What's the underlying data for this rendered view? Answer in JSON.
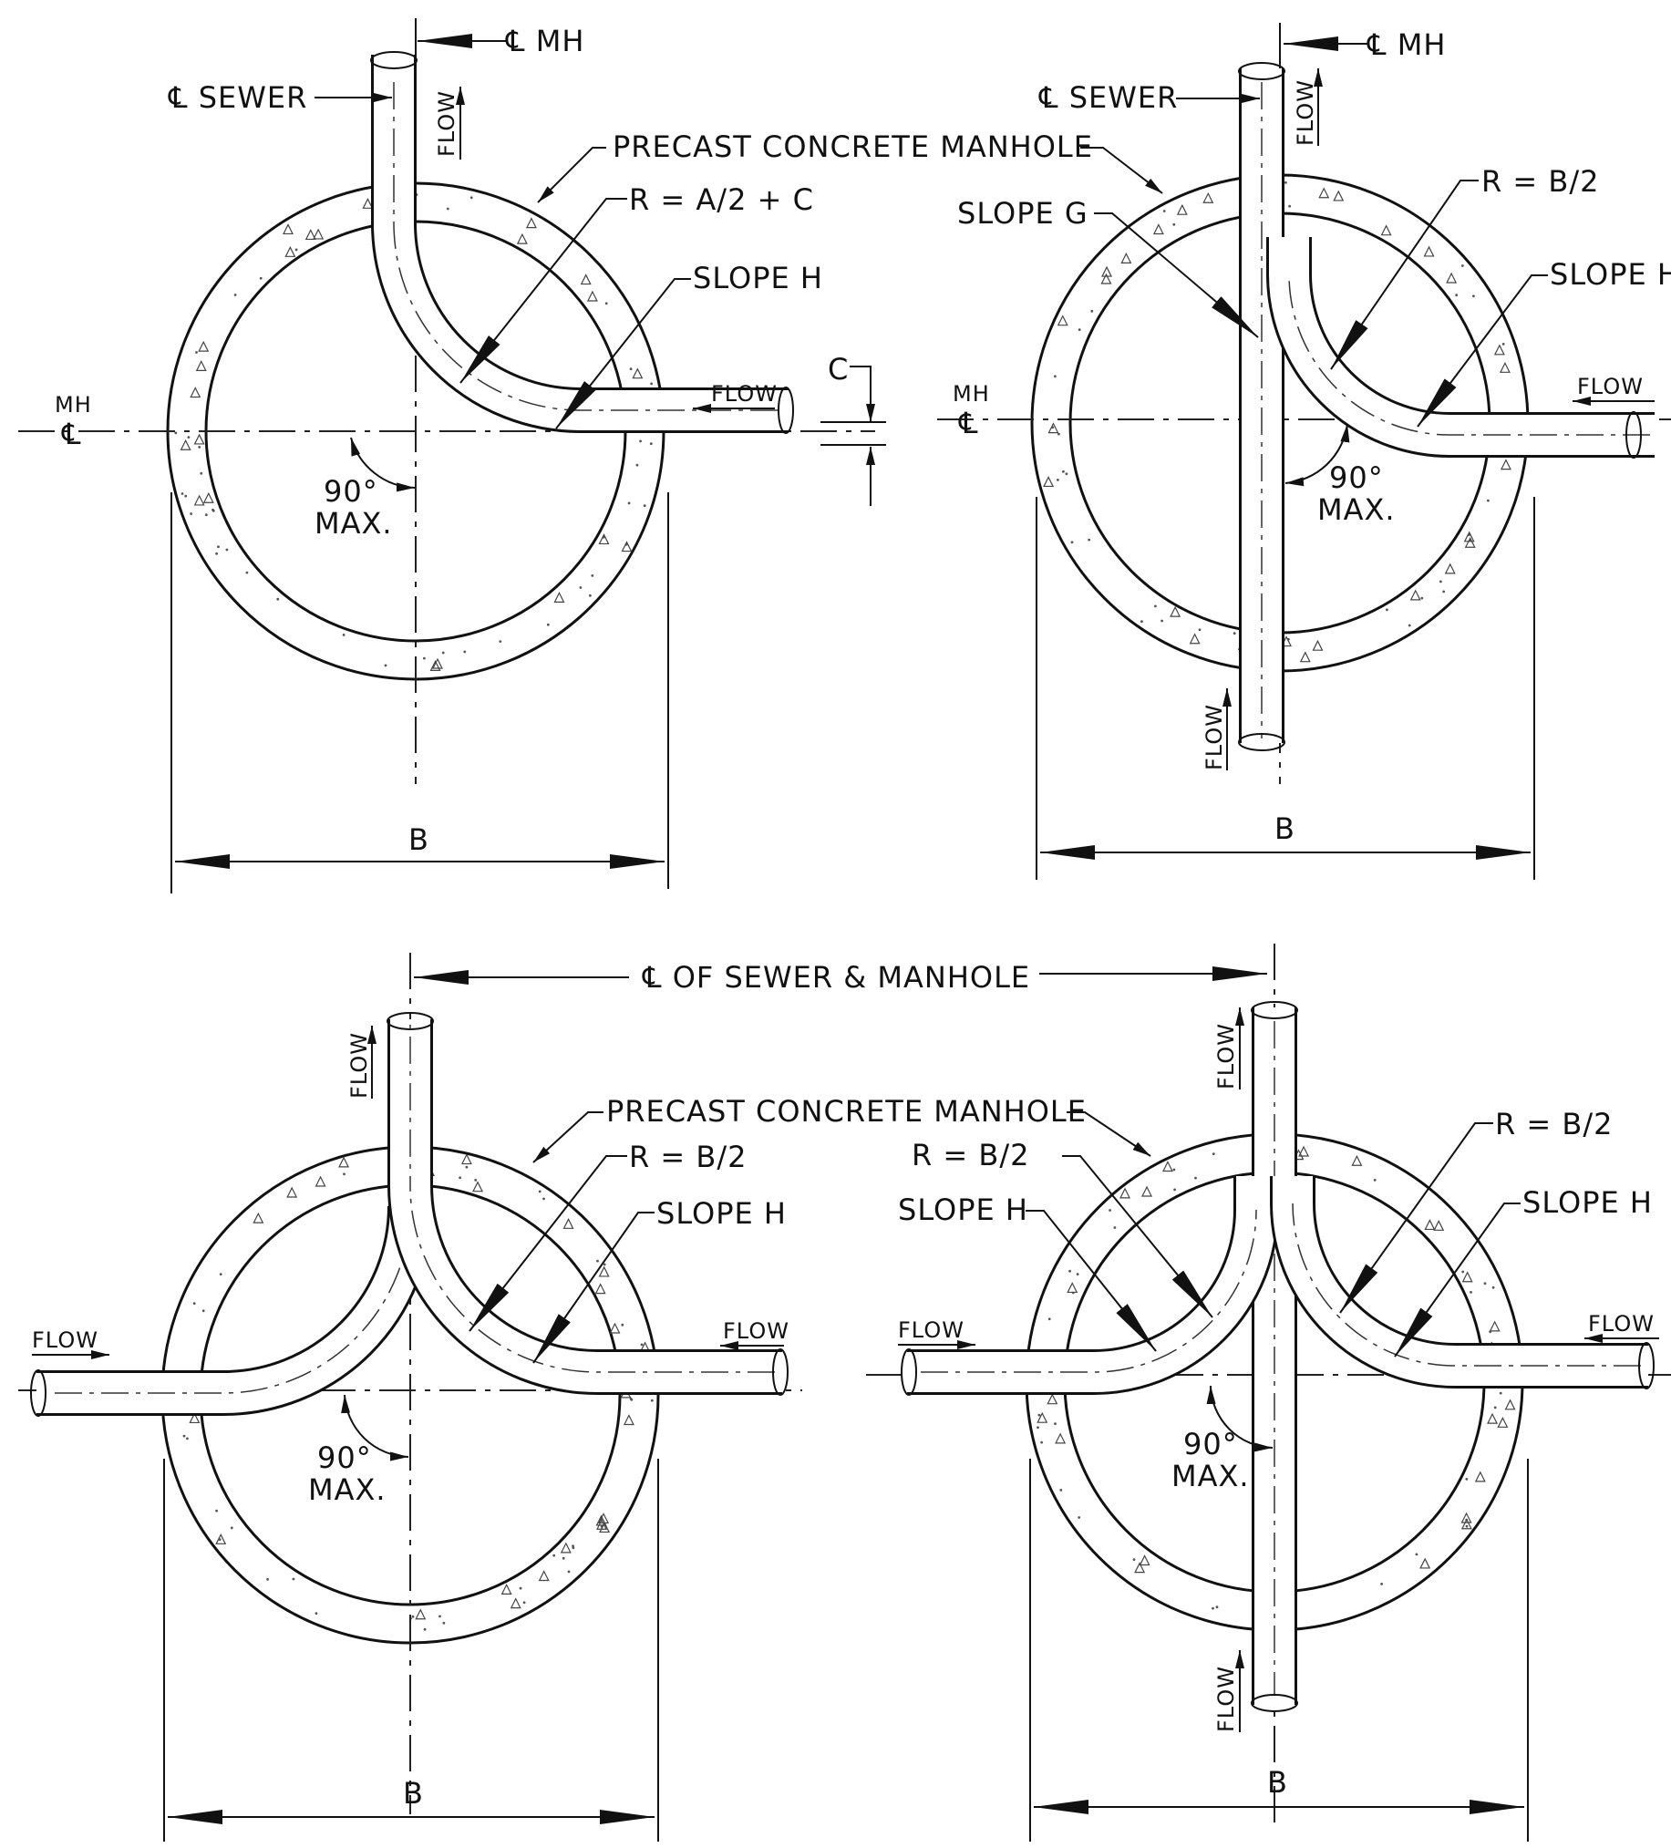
{
  "labels": {
    "cl_mh": "℄ MH",
    "cl_sewer": "℄ SEWER",
    "precast": "PRECAST CONCRETE MANHOLE",
    "r_a2c": "R = A/2 + C",
    "r_b2": "R = B/2",
    "slope_h": "SLOPE H",
    "slope_g": "SLOPE G",
    "flow": "FLOW",
    "mh": "MH",
    "cl_symbol": "℄",
    "c": "C",
    "deg90": "90°",
    "max": "MAX.",
    "b": "B",
    "cl_sewer_manhole": "℄ OF SEWER & MANHOLE"
  }
}
